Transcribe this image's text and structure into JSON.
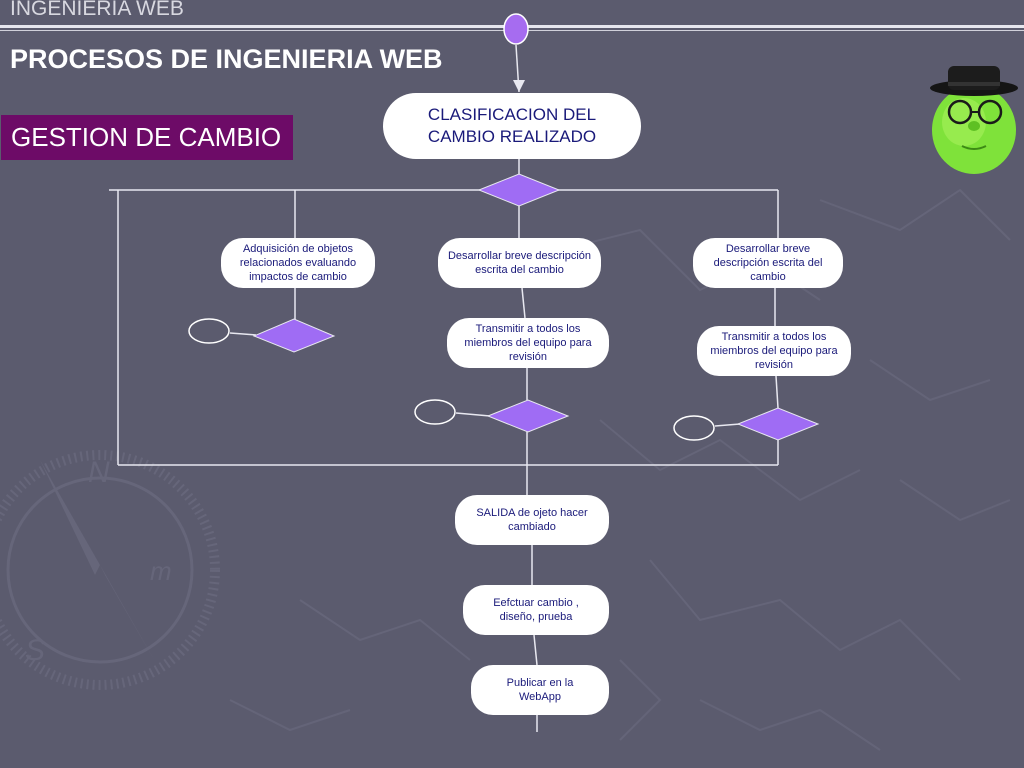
{
  "header": {
    "title": "INGENIERIA WEB"
  },
  "main_title": "PROCESOS DE INGENIERIA WEB",
  "section_title": "GESTION DE CAMBIO",
  "diagram": {
    "nodes": {
      "classification": "CLASIFICACION DEL CAMBIO REALIZADO",
      "acquire_objects": "Adquisición de objetos relacionados evaluando impactos de cambio",
      "describe_change_center": "Desarrollar breve descripción escrita del cambio",
      "describe_change_right": "Desarrollar breve descripción escrita del cambio",
      "transmit_center": "Transmitir a todos los miembros del equipo para revisión",
      "transmit_right": "Transmitir a todos los miembros del equipo para revisión",
      "checkout": "SALIDA de ojeto hacer cambiado",
      "make_change": "Eefctuar cambio , diseño, prueba",
      "publish": "Publicar en la WebApp"
    }
  },
  "colors": {
    "background": "#5b5b6e",
    "section_band": "#6d0b67",
    "decision": "#9f6cf4",
    "node_text": "#1a1a7a",
    "start_node": "#a66cf0"
  },
  "icons": {
    "mascot": "green-face-hat-glasses-icon"
  }
}
